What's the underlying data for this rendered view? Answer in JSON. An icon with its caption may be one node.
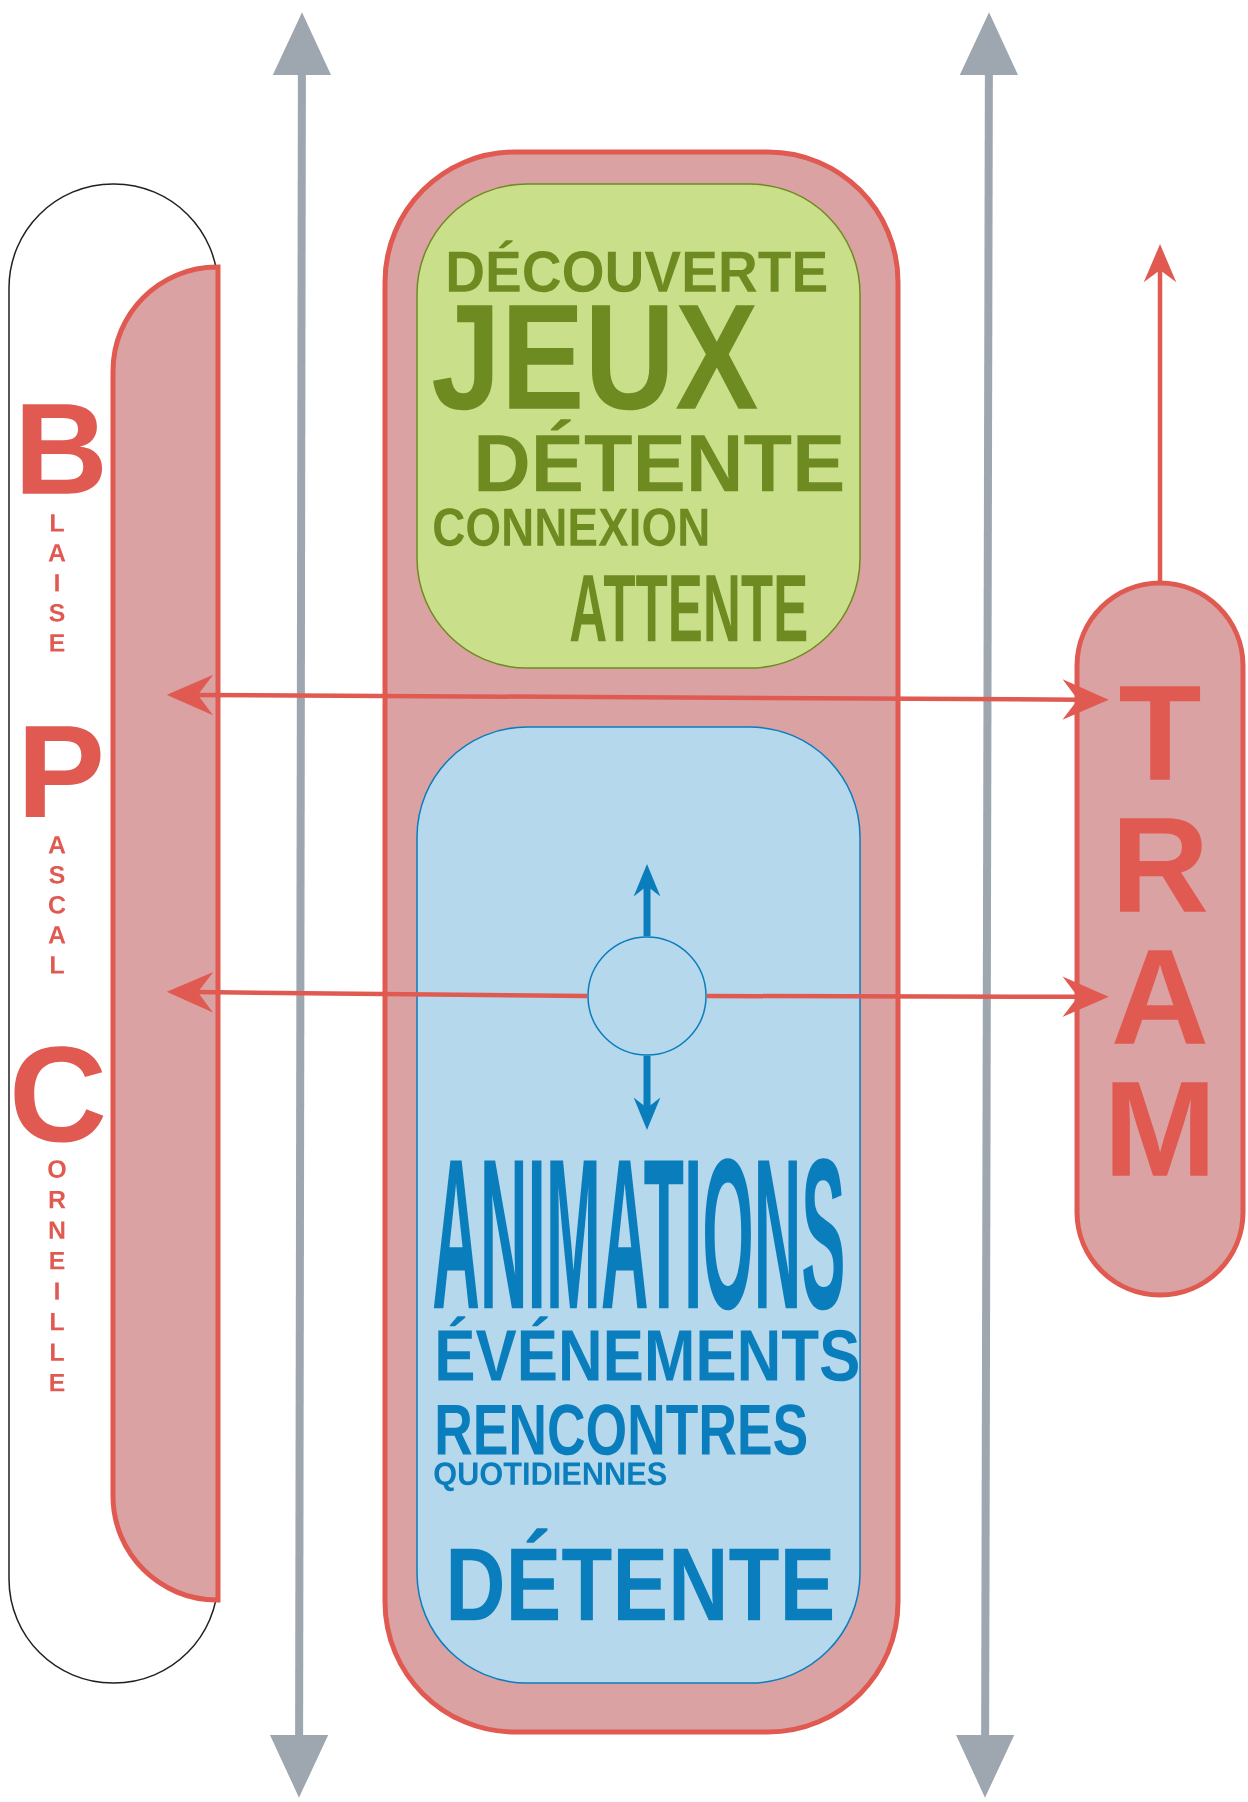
{
  "diagram": {
    "nodes": [
      {
        "text": [
          "B",
          "LAISE",
          "P",
          "ASCAL",
          "C",
          "ORNEILLE"
        ]
      },
      {
        "text": [],
        "shape": "bar",
        "in": 0
      },
      {
        "text": [],
        "shape": "box"
      },
      {
        "text": [
          "DÉCOUVERTE",
          "JEUX",
          "DÉTENTE",
          "CONNEXION",
          "ATTENTE"
        ],
        "in": 2
      },
      {
        "text": [
          "ANIMATIONS",
          "ÉVÉNEMENTS",
          "RENCONTRES",
          "QUOTIDIENNES",
          "DÉTENTE"
        ],
        "in": 2
      },
      {
        "text": [],
        "shape": "circle",
        "in": 4
      },
      {
        "text": [
          "TRAM"
        ]
      }
    ],
    "edges": [
      {
        "from": 1,
        "to": 6,
        "arrow": "both"
      },
      {
        "from": 5,
        "to": 1,
        "arrow": "to"
      },
      {
        "from": 5,
        "to": 6,
        "arrow": "to"
      },
      {
        "from": 6,
        "to": null,
        "arrow": "to"
      },
      {
        "from": 5,
        "to": null,
        "arrow": "to",
        "color": "#0a7dbd"
      },
      {
        "from": 5,
        "to": null,
        "arrow": "to",
        "color": "#0a7dbd"
      }
    ]
  }
}
